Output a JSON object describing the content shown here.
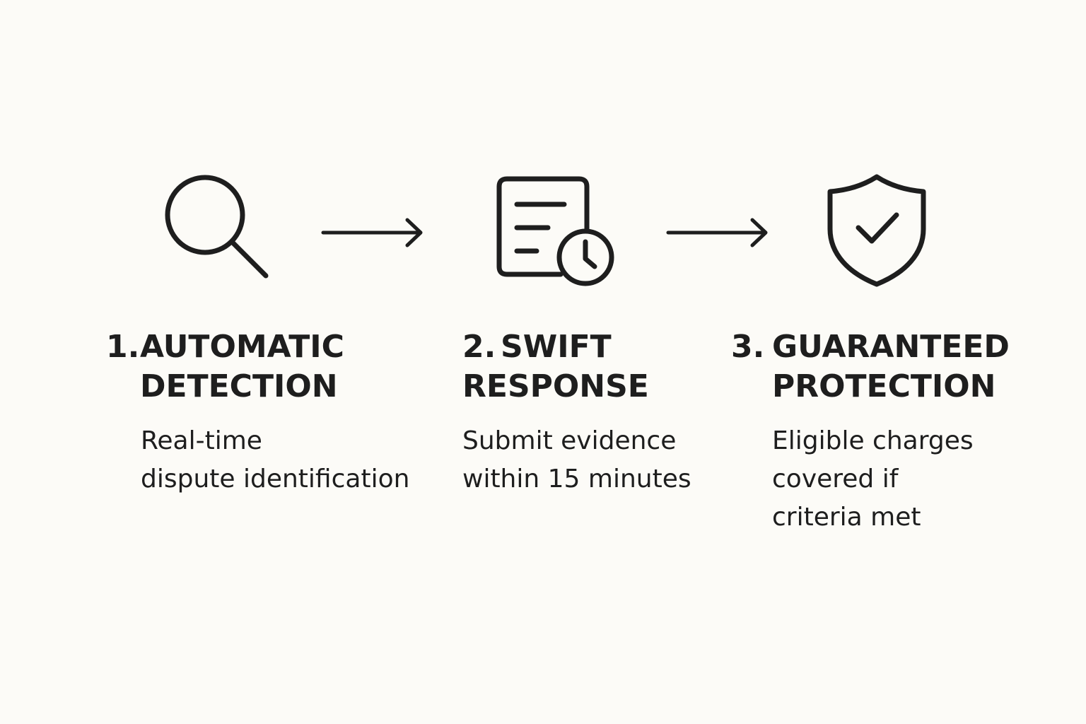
{
  "diagram": {
    "steps": [
      {
        "icon": "search-icon",
        "number": "1.",
        "title_lines": [
          "AUTOMATIC",
          "DETECTION"
        ],
        "description_lines": [
          "Real-time",
          "dispute identification"
        ]
      },
      {
        "icon": "document-clock-icon",
        "number": "2.",
        "title_lines": [
          "SWIFT",
          "RESPONSE"
        ],
        "description_lines": [
          "Submit evidence",
          "within 15 minutes"
        ]
      },
      {
        "icon": "shield-check-icon",
        "number": "3.",
        "title_lines": [
          "GUARANTEED",
          "PROTECTION"
        ],
        "description_lines": [
          "Eligible charges",
          "covered if",
          "criteria met"
        ]
      }
    ],
    "connectors": [
      "arrow-right-icon",
      "arrow-right-icon"
    ],
    "colors": {
      "background": "#fcfbf7",
      "ink": "#1e1e1e"
    }
  }
}
